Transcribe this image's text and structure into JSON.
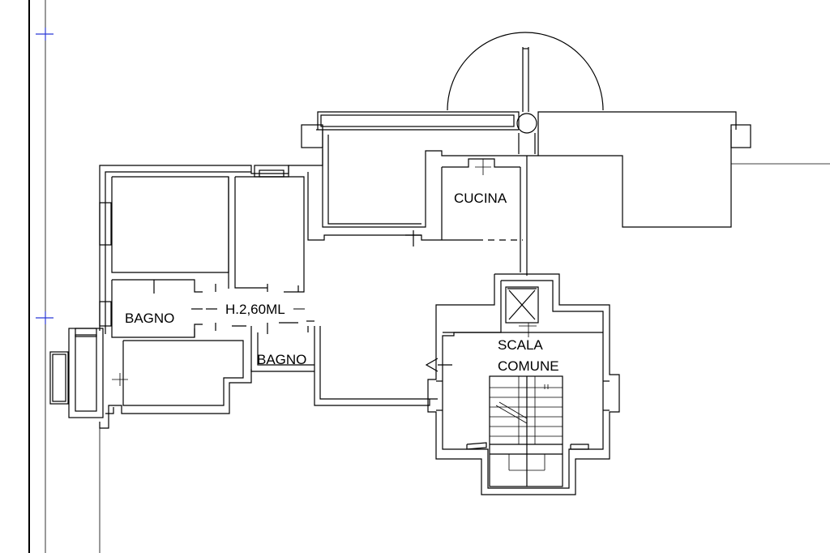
{
  "rooms": {
    "cucina": "CUCINA",
    "bagno_1": "BAGNO",
    "bagno_2": "BAGNO",
    "height_note": "H.2,60ML",
    "scala_line1": "SCALA",
    "scala_line2": "COMUNE"
  }
}
